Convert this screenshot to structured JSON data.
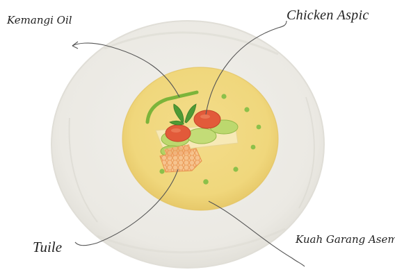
{
  "labels": {
    "kemangi_oil": "Kemangi Oil",
    "chicken_aspic": "Chicken Aspic",
    "tuile": "Tuile",
    "kuah_garang_asem": "Kuah Garang Asem"
  },
  "colors": {
    "plate": "#ecebe6",
    "plate_rim_shadow": "#dedcd5",
    "soup": "#f1d981",
    "soup_edge": "#e6c766",
    "oil_green": "#7fb83c",
    "aspic_red": "#e0573a",
    "aspic_cucumber": "#b9d66a",
    "tuile": "#f0b27a",
    "basil": "#4f9a35",
    "leader_line": "#555555"
  },
  "icons": {
    "plate": "plate-illustration",
    "dish": "garnish-illustration"
  }
}
